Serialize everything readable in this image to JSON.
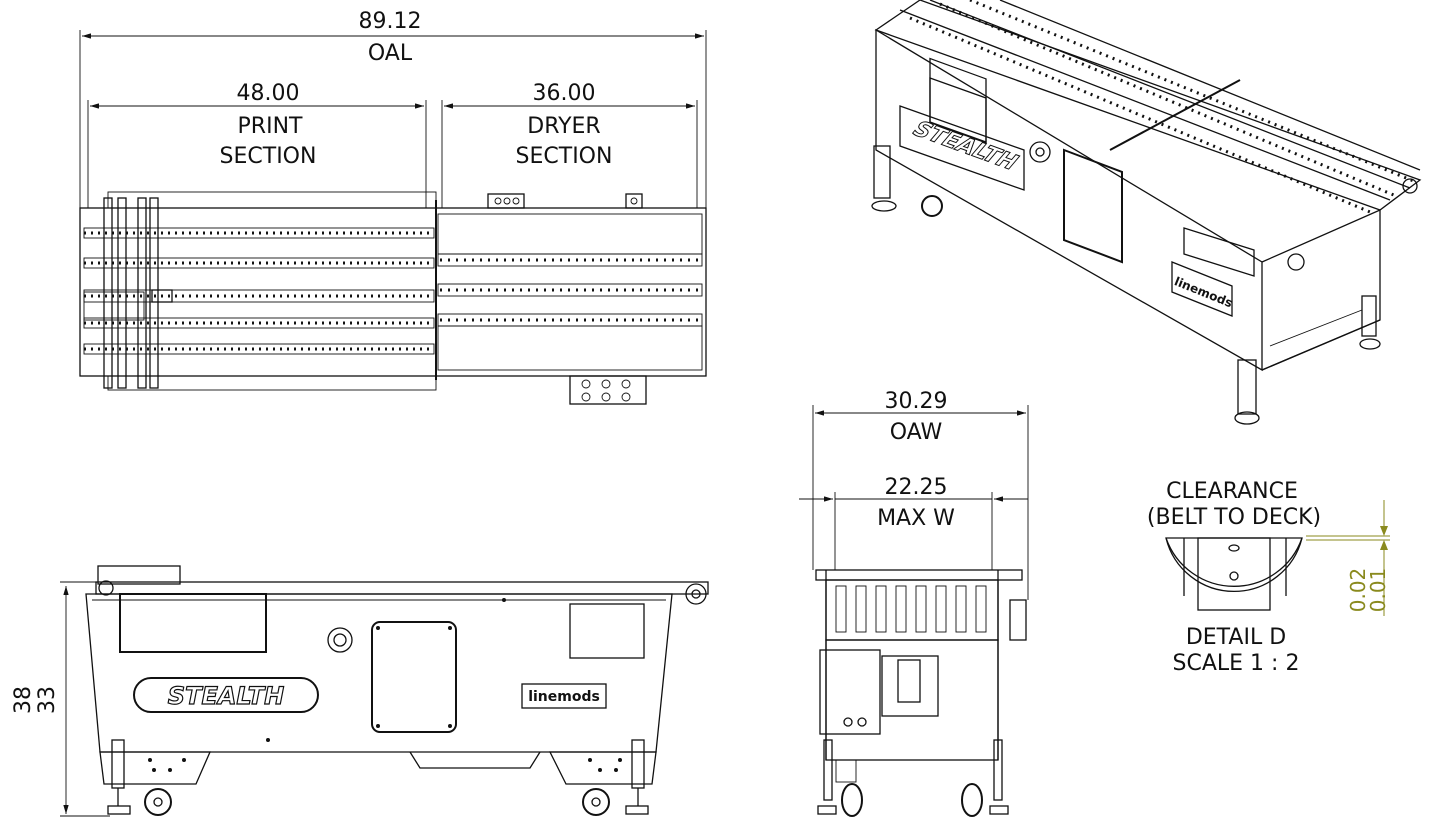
{
  "top_view": {
    "overall_length": "89.12",
    "overall_length_label": "OAL",
    "print_length": "48.00",
    "print_label_1": "PRINT",
    "print_label_2": "SECTION",
    "dryer_length": "36.00",
    "dryer_label_1": "DRYER",
    "dryer_label_2": "SECTION"
  },
  "side_view": {
    "height_max": "38",
    "height_min": "33",
    "brand_logo": "STEALTH",
    "maker_logo": "linemods"
  },
  "end_view": {
    "overall_width": "30.29",
    "overall_width_label": "OAW",
    "max_width": "22.25",
    "max_width_label": "MAX W"
  },
  "detail_view": {
    "title_1": "CLEARANCE",
    "title_2": "(BELT TO DECK)",
    "dim_a": "0.02",
    "dim_b": "0.01",
    "caption_1": "DETAIL D",
    "caption_2": "SCALE 1 : 2"
  },
  "iso_view": {
    "brand_logo": "STEALTH",
    "maker_logo": "linemods"
  },
  "colors": {
    "line": "#111111",
    "detail_dim": "#8a8a1e",
    "background": "#ffffff"
  }
}
